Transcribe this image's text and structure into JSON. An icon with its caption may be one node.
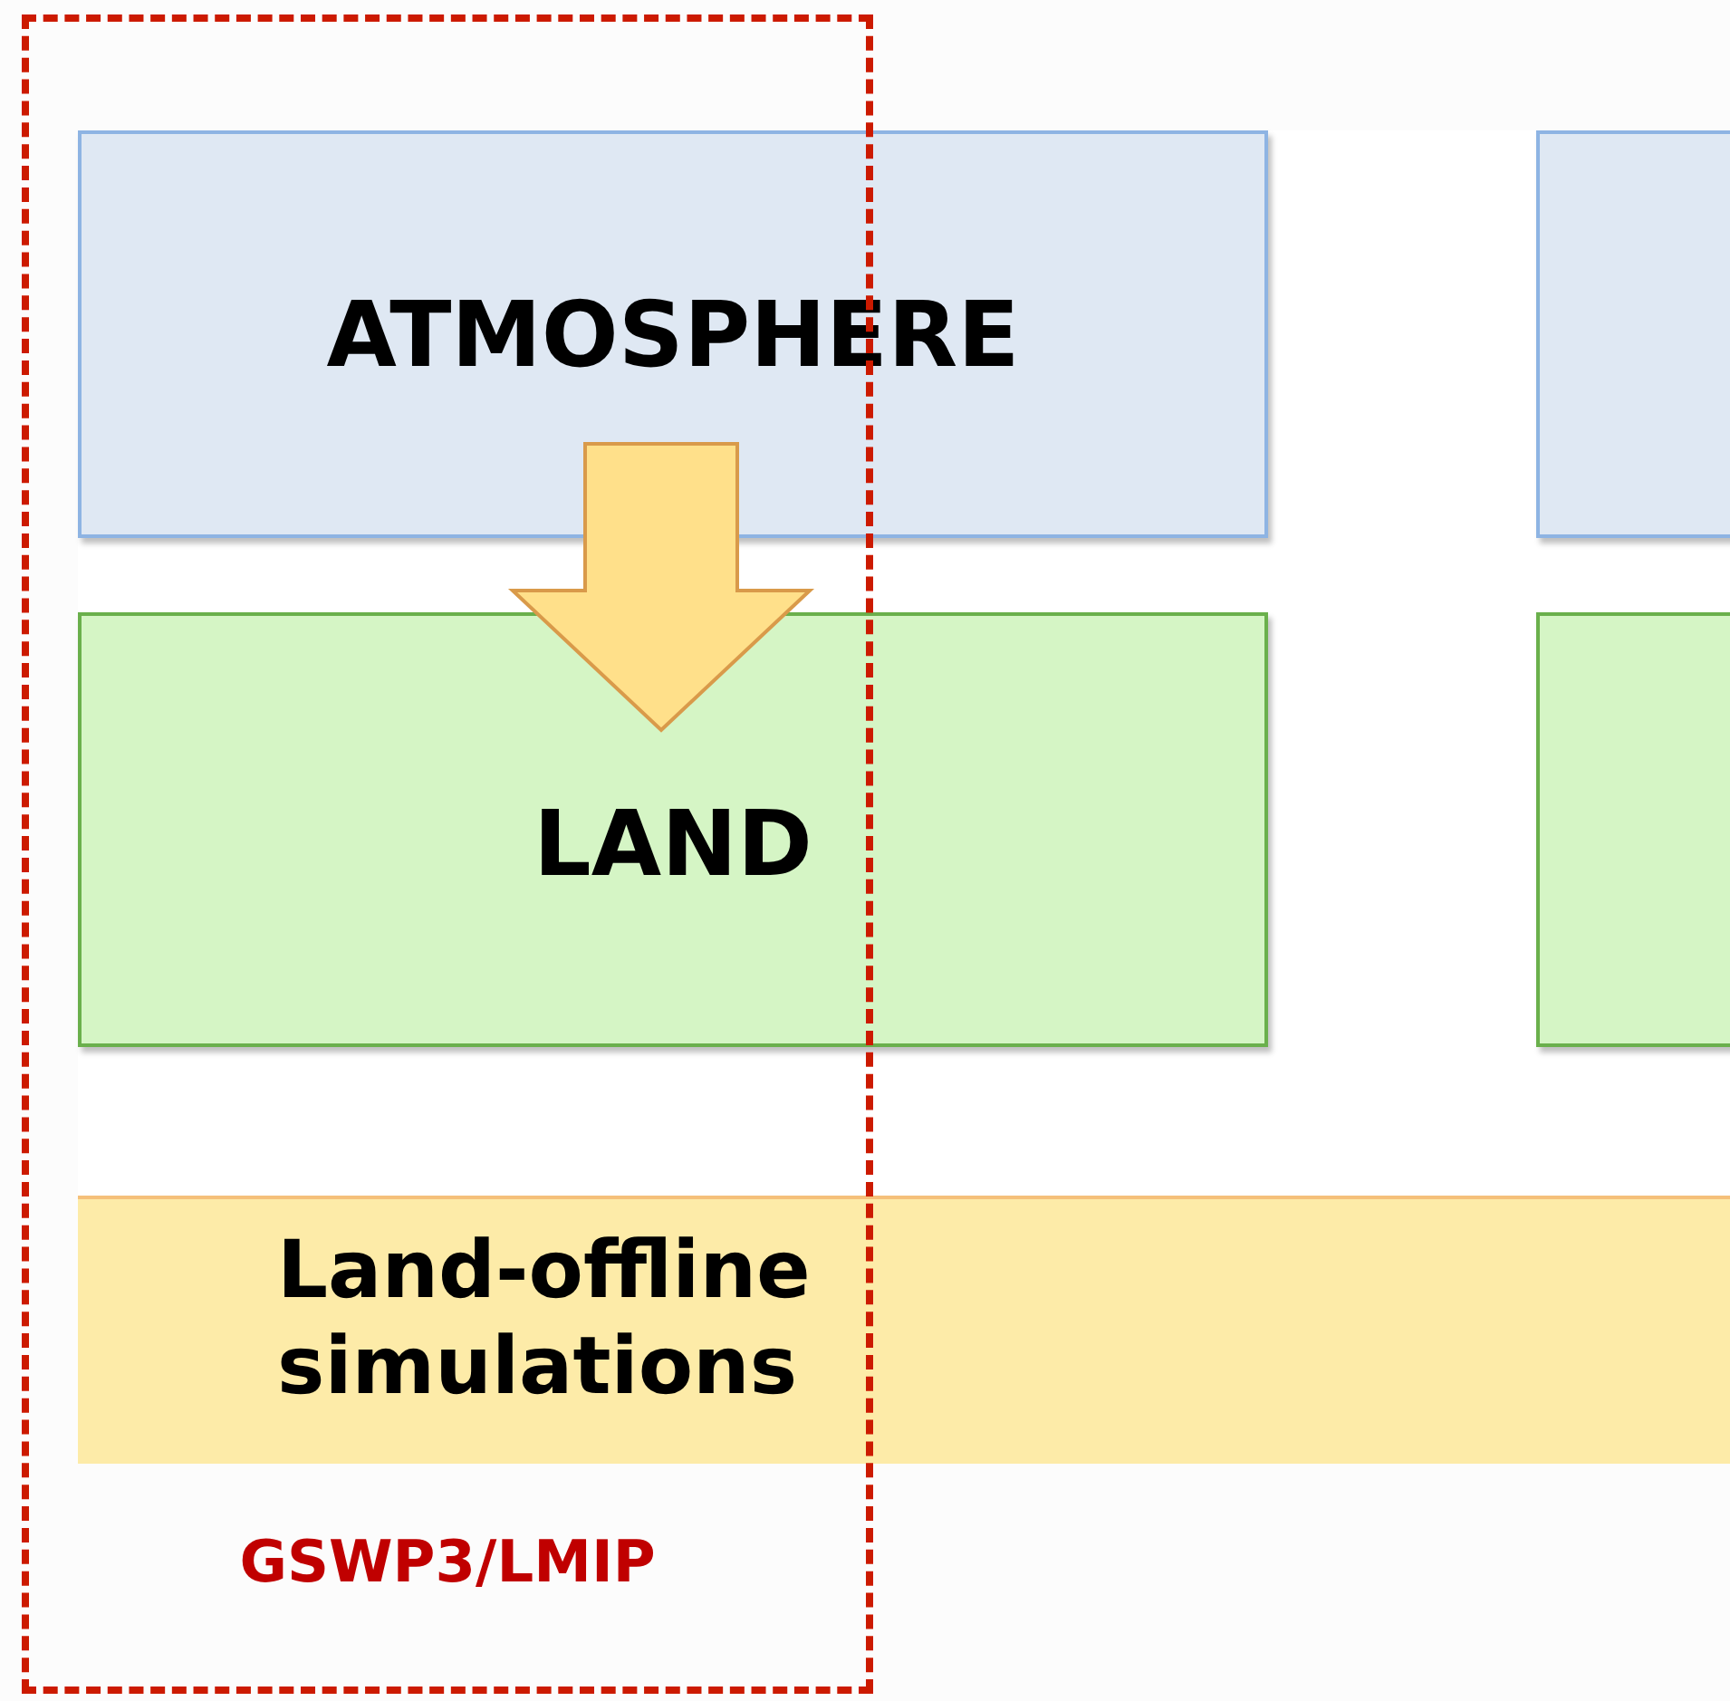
{
  "diagram": {
    "nodes": [
      {
        "text": [
          "ATMOSPHERE"
        ]
      },
      {
        "text": [
          "LAND"
        ]
      },
      {
        "text": [
          "Land-offline simulations"
        ]
      },
      {
        "text": [],
        "shape": "box"
      },
      {
        "text": [],
        "shape": "box"
      },
      {
        "text": [
          "GSWP3/LMIP"
        ]
      }
    ],
    "edges": [
      {
        "from": 0,
        "to": 1,
        "arrow": "to",
        "style": "thick"
      }
    ]
  }
}
